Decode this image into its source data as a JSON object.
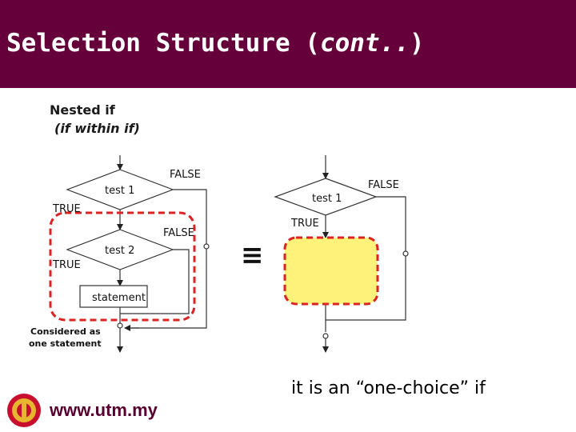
{
  "slide": {
    "title_main": "Selection Structure (",
    "title_italic": "cont..",
    "title_close": ")",
    "heading": "Nested if",
    "subheading": "(if within if)",
    "caption": "it is an “one-choice” if",
    "footer_url": "www.utm.my"
  },
  "left_flowchart": {
    "test1": "test 1",
    "test2": "test 2",
    "statement": "statement",
    "false1": "FALSE",
    "false2": "FALSE",
    "true1": "TRUE",
    "true2": "TRUE",
    "note_line1": "Considered as",
    "note_line2": "one statement"
  },
  "equivalence_symbol": "≡",
  "right_flowchart": {
    "test1": "test 1",
    "false1": "FALSE",
    "true1": "TRUE"
  },
  "colors": {
    "title_bar": "#66003a",
    "dashed_outline": "#dd2222",
    "placeholder_fill": "#fff27a",
    "logo_red": "#c8102e",
    "logo_gold": "#e8b530"
  }
}
